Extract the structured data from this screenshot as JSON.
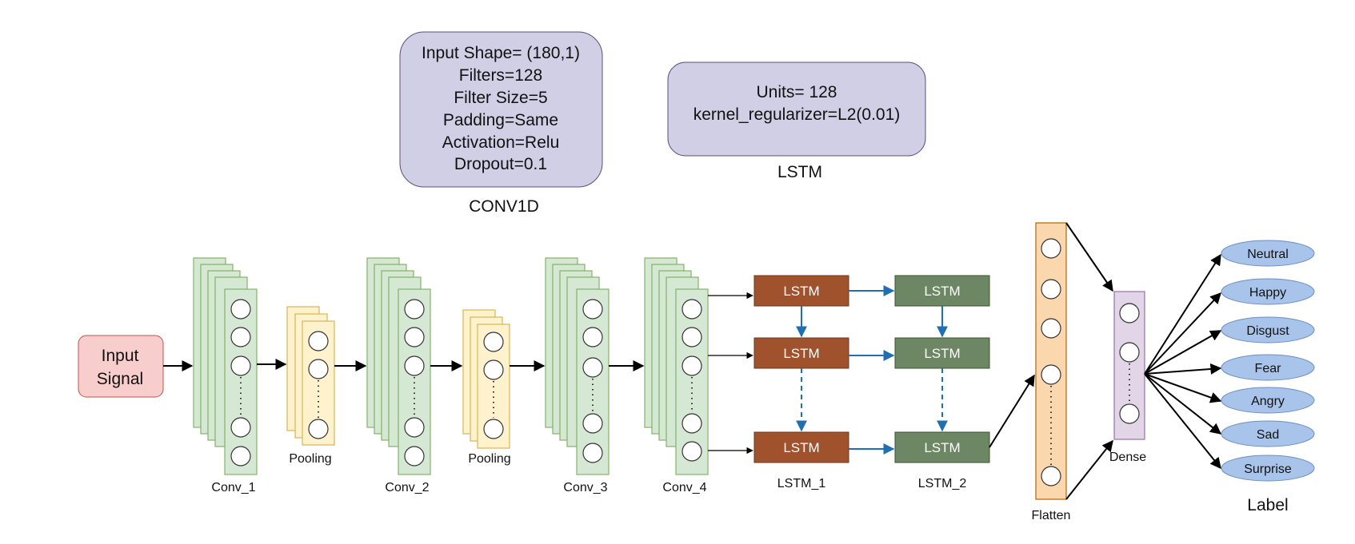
{
  "conv1d_box": {
    "lines": [
      "Input Shape= (180,1)",
      "Filters=128",
      "Filter Size=5",
      "Padding=Same",
      "Activation=Relu",
      "Dropout=0.1"
    ],
    "caption": "CONV1D"
  },
  "lstm_box": {
    "lines": [
      "Units= 128",
      "kernel_regularizer=L2(0.01)"
    ],
    "caption": "LSTM"
  },
  "input_signal": {
    "lines": [
      "Input",
      "Signal"
    ]
  },
  "labels": {
    "conv_1": "Conv_1",
    "pooling_1": "Pooling",
    "conv_2": "Conv_2",
    "pooling_2": "Pooling",
    "conv_3": "Conv_3",
    "conv_4": "Conv_4",
    "lstm_1": "LSTM_1",
    "lstm_2": "LSTM_2",
    "flatten": "Flatten",
    "dense": "Dense",
    "label": "Label"
  },
  "lstm_cell_label": "LSTM",
  "output_classes": [
    "Neutral",
    "Happy",
    "Disgust",
    "Fear",
    "Angry",
    "Sad",
    "Surprise"
  ],
  "colors": {
    "info_box_fill": "#d0cfe6",
    "info_box_stroke": "#56517a",
    "input_fill": "#f8cecc",
    "input_stroke": "#b85450",
    "conv_fill": "#d5e8d4",
    "conv_stroke": "#82b366",
    "pool_fill": "#fff2cc",
    "pool_stroke": "#d6b656",
    "lstm1_fill": "#a0522d",
    "lstm2_fill": "#6d8764",
    "flatten_fill": "#fad7ac",
    "flatten_stroke": "#b46504",
    "dense_fill": "#e1d5e7",
    "dense_stroke": "#9673a6",
    "class_fill": "#a9c4eb",
    "class_stroke": "#6c8ebf",
    "arrow_blue": "#1f6fb2"
  }
}
